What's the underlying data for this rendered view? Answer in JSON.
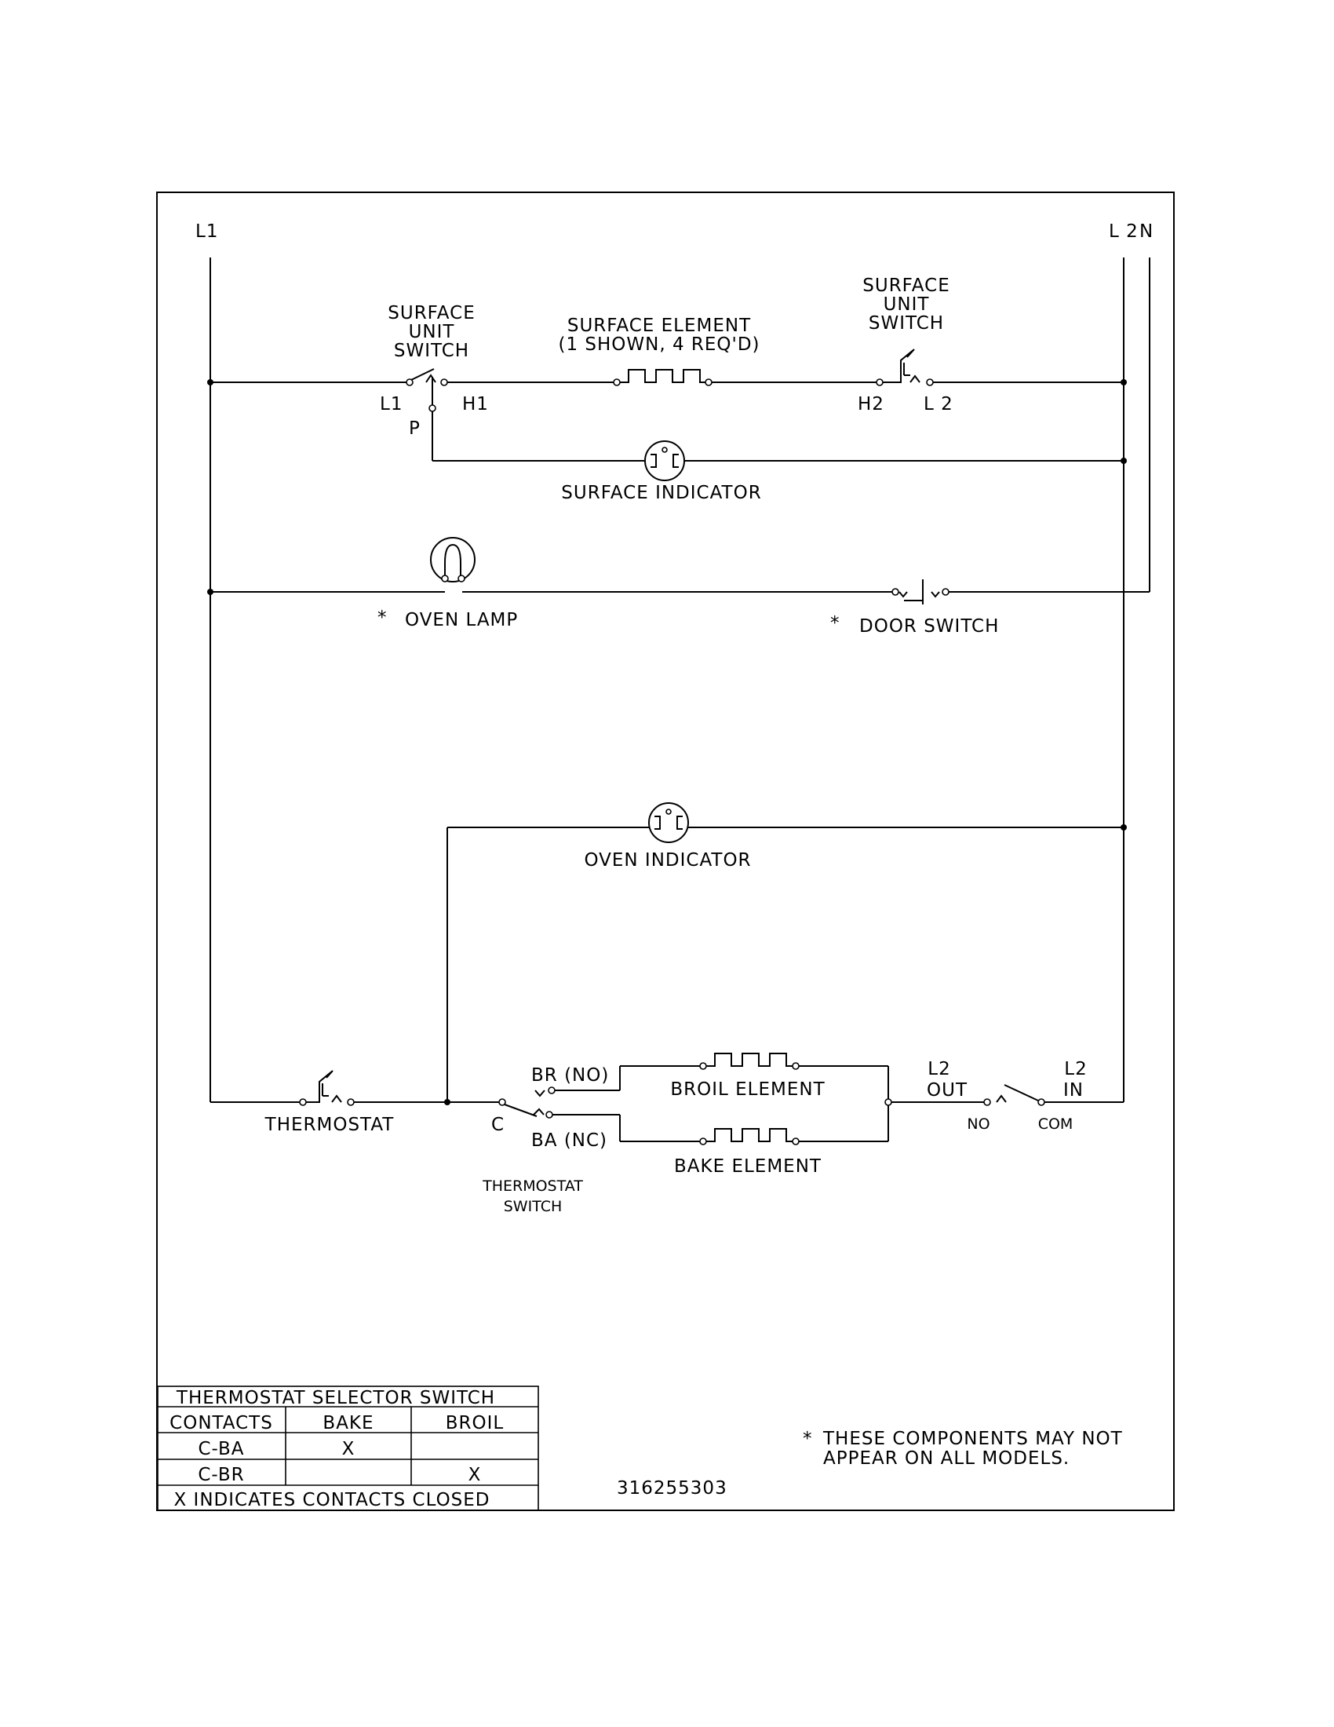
{
  "rails": {
    "left": "L1",
    "right_l2": "L 2",
    "right_n": "N"
  },
  "surface_circuit": {
    "switch_left": [
      "SURFACE",
      "UNIT",
      "SWITCH"
    ],
    "switch_right": [
      "SURFACE",
      "UNIT",
      "SWITCH"
    ],
    "element": [
      "SURFACE ELEMENT",
      "(1 SHOWN, 4 REQ'D)"
    ],
    "terminal_l1": "L1",
    "terminal_h1": "H1",
    "terminal_p": "P",
    "terminal_h2": "H2",
    "terminal_l2": "L 2",
    "indicator": "SURFACE INDICATOR"
  },
  "lamp_circuit": {
    "asterisk": "*",
    "oven_lamp": "OVEN LAMP",
    "door_switch": "DOOR SWITCH"
  },
  "oven_indicator": "OVEN INDICATOR",
  "oven_circuit": {
    "thermostat": "THERMOSTAT",
    "terminal_c": "C",
    "br_no": "BR (NO)",
    "ba_nc": "BA (NC)",
    "thermostat_switch": [
      "THERMOSTAT",
      "SWITCH"
    ],
    "broil_element": "BROIL ELEMENT",
    "bake_element": "BAKE ELEMENT",
    "l2_out": [
      "L2",
      "OUT"
    ],
    "l2_in": [
      "L2",
      "IN"
    ],
    "no": "NO",
    "com": "COM"
  },
  "selector_table": {
    "title": "THERMOSTAT SELECTOR SWITCH",
    "headers": [
      "CONTACTS",
      "BAKE",
      "BROIL"
    ],
    "rows": [
      [
        "C-BA",
        "X",
        ""
      ],
      [
        "C-BR",
        "",
        "X"
      ]
    ],
    "footer": "X INDICATES CONTACTS CLOSED"
  },
  "note": {
    "asterisk": "*",
    "lines": [
      "THESE COMPONENTS MAY NOT",
      "APPEAR ON ALL MODELS."
    ]
  },
  "part_number": "316255303"
}
